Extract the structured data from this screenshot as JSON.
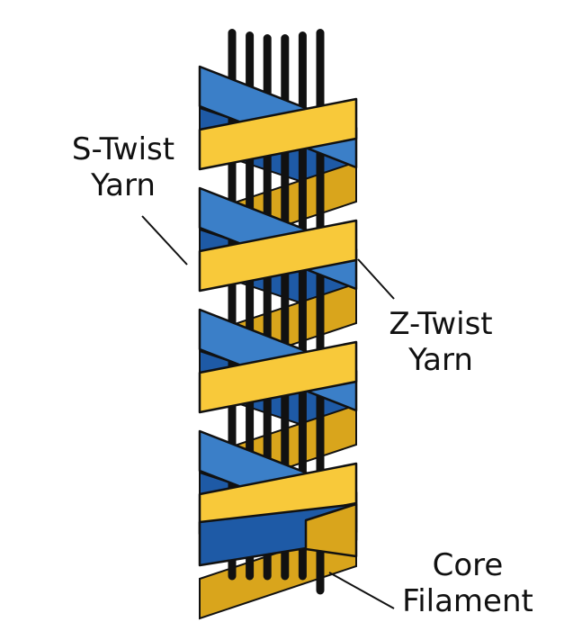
{
  "labels": {
    "s_twist": [
      "S-Twist",
      "Yarn"
    ],
    "z_twist": [
      "Z-Twist",
      "Yarn"
    ],
    "core": [
      "Core",
      "Filament"
    ]
  },
  "colors": {
    "s_twist_yarn": "#F8C93A",
    "z_twist_yarn": "#3B7FC8",
    "z_twist_yarn_back": "#1E5AA6",
    "s_twist_yarn_back": "#D9A51C",
    "core_filament": "#111111",
    "outline": "#111111"
  },
  "structure": {
    "core_filament_count": 6,
    "wrap_turns": 4
  }
}
